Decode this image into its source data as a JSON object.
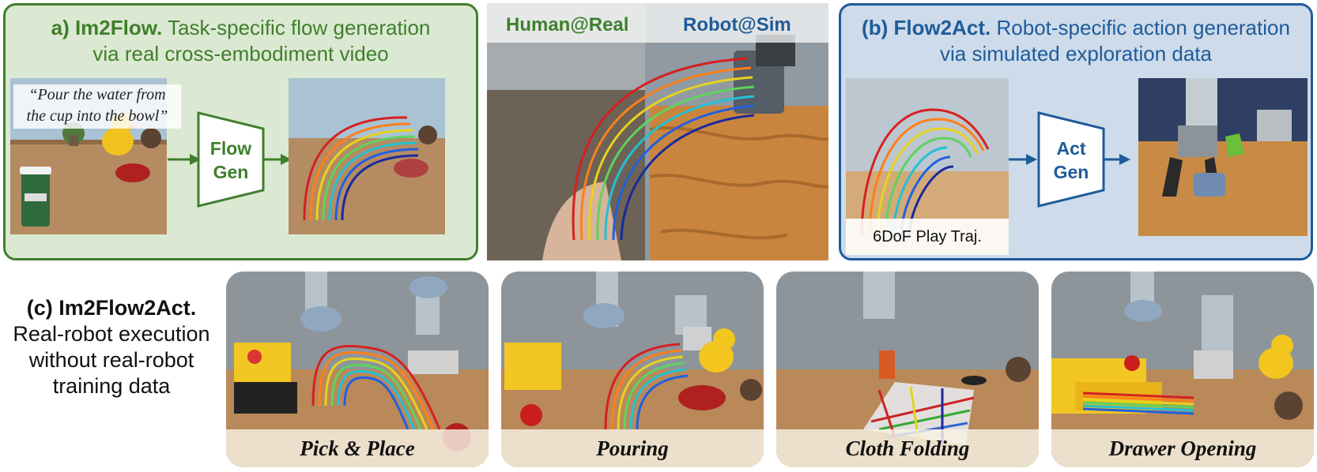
{
  "colors": {
    "green": "#3f7f2c",
    "blue": "#1f5b99",
    "green_bg": "#dce9d2",
    "blue_bg": "#cddbea"
  },
  "panel_a": {
    "title_bold": "a) Im2Flow.",
    "title_rest": "Task-specific flow generation",
    "title_line2": "via real cross-embodiment video",
    "prompt_line1": "“Pour the water from",
    "prompt_line2": "the cup into the bowl”",
    "block_line1": "Flow",
    "block_line2": "Gen"
  },
  "panel_mid": {
    "left_label": "Human@Real",
    "right_label": "Robot@Sim"
  },
  "panel_b": {
    "title_bold": "(b) Flow2Act.",
    "title_rest": "Robot-specific action generation",
    "title_line2": "via simulated exploration data",
    "traj_label": "6DoF Play Traj.",
    "block_line1": "Act",
    "block_line2": "Gen"
  },
  "panel_c": {
    "title": "(c) Im2Flow2Act.",
    "lines": [
      "Real-robot execution",
      "without real-robot",
      "training data"
    ],
    "tasks": [
      "Pick & Place",
      "Pouring",
      "Cloth Folding",
      "Drawer Opening"
    ]
  }
}
